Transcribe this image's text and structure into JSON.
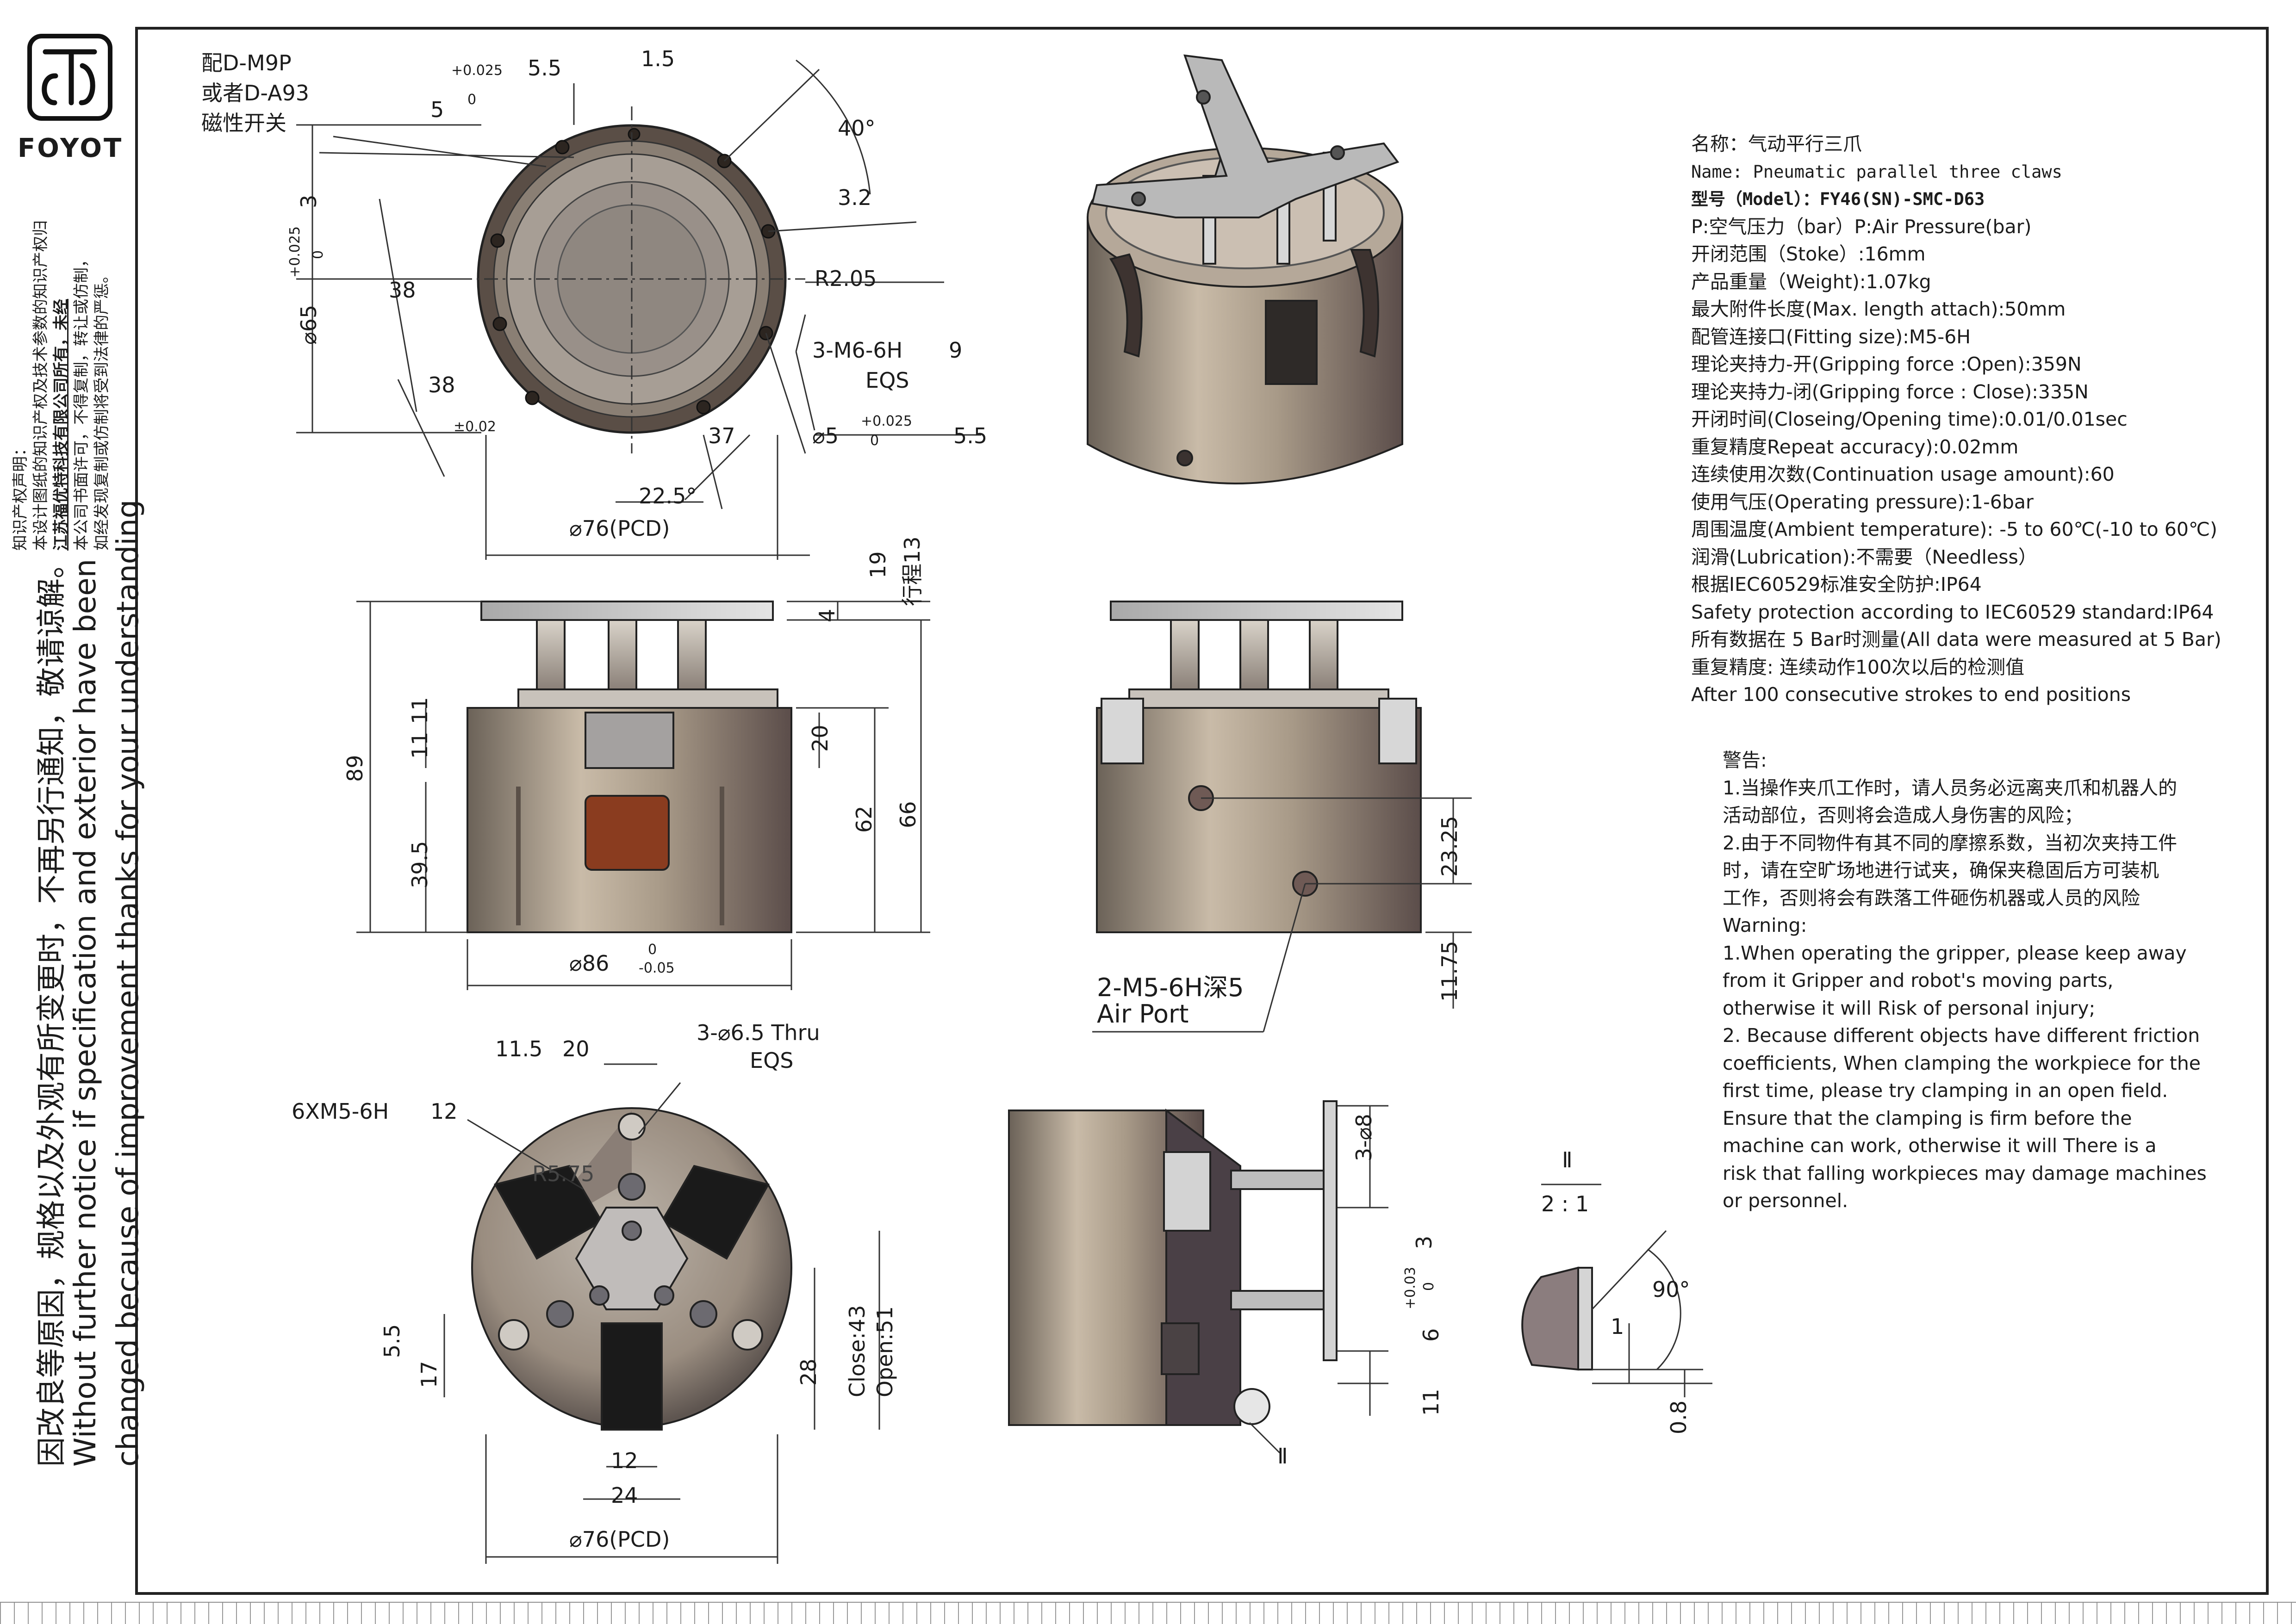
{
  "brand": {
    "name": "FOYOT"
  },
  "side_notes": {
    "copyright": [
      "知识产权声明：",
      "本设计图纸的知识产权及技术参数的知识产权归",
      "江苏福优特科技有限公司所有，未经",
      "本公司书面许可，不得复制，转让或仿制，",
      "如经发现复制或仿制将受到法律的严惩。"
    ],
    "notice_cn": "因改良等原因，规格以及外观有所变更时，不再另行通知，敬请谅解。",
    "notice_en_1": "Without further notice if specification and exterior have been",
    "notice_en_2": "changed because of improvement thanks for your understanding"
  },
  "spec_lines": [
    "名称：气动平行三爪",
    "Name: Pneumatic parallel three claws",
    "型号（Model）：FY46(SN)-SMC-D63",
    "P:空气压力（bar）P:Air Pressure(bar)",
    "开闭范围（Stoke）:16mm",
    "产品重量（Weight):1.07kg",
    "最大附件长度(Max. length attach):50mm",
    "配管连接口(Fitting size):M5-6H",
    "理论夹持力-开(Gripping force :Open):359N",
    "理论夹持力-闭(Gripping force : Close):335N",
    "开闭时间(Closeing/Opening time):0.01/0.01sec",
    "重复精度Repeat accuracy):0.02mm",
    "连续使用次数(Continuation usage amount):60",
    "使用气压(Operating pressure):1-6bar",
    "周围温度(Ambient temperature): -5 to 60℃(-10 to 60℃)",
    "润滑(Lubrication):不需要（Needless）",
    "根据IEC60529标准安全防护:IP64",
    "Safety protection according to IEC60529 standard:IP64",
    "所有数据在 5 Bar时测量(All data were measured at 5 Bar)",
    "重复精度: 连续动作100次以后的检测值",
    "After 100 consecutive strokes to end positions"
  ],
  "warning_lines": [
    "警告:",
    "1.当操作夹爪工作时，请人员务必远离夹爪和机器人的",
    "活动部位，否则将会造成人身伤害的风险；",
    "2.由于不同物件有其不同的摩擦系数，当初次夹持工件",
    "时，请在空旷场地进行试夹，确保夹稳固后方可装机",
    "工作，否则将会有跌落工件砸伤机器或人员的风险",
    "Warning:",
    "1.When operating the gripper, please keep away",
    "from it Gripper and robot's moving parts,",
    "otherwise it will Risk of personal injury;",
    "2. Because different objects have different friction",
    "coefficients, When clamping the workpiece for the",
    "first time, please try clamping in an open field.",
    "Ensure that the clamping is firm before the",
    "machine can work, otherwise it will There is a",
    "risk that falling workpieces may damage machines",
    "or personnel."
  ],
  "dims": {
    "top_view": {
      "sensor_1": "配D-M9P",
      "sensor_2": "或者D-A93",
      "sensor_3": "磁性开关",
      "d5": "5",
      "tol_025": "+0.025",
      "tol_0": "0",
      "depth55": "5.5",
      "d15": "1.5",
      "ang40": "40°",
      "d32": "3.2",
      "d65": "⌀65",
      "tol65_up": "+0.025",
      "tol65_lo": "0",
      "depth3": "3",
      "d38a": "38",
      "d38b": "38",
      "tol_002": "±0.02",
      "r205": "R2.05",
      "m6": "3-M6-6H",
      "m6_depth": "9",
      "eqs": "EQS",
      "d37": "37",
      "phi5": "⌀5",
      "phi5_up": "+0.025",
      "phi5_lo": "0",
      "phi5_depth": "5.5",
      "ang225": "22.5°",
      "pcd76": "⌀76(PCD)"
    },
    "front_view": {
      "d89": "89",
      "d11a": "11",
      "d11b": "11",
      "d395": "39.5",
      "d20": "20",
      "d62": "62",
      "d66": "66",
      "d4": "4",
      "d19": "19",
      "stroke13": "行程13",
      "phi86": "⌀86",
      "phi86_up": "0",
      "phi86_lo": "-0.05"
    },
    "side_view": {
      "d2325": "23.25",
      "d1175": "11.75",
      "airport_1": "2-M5-6H深5",
      "airport_2": "Air Port"
    },
    "bottom_view": {
      "d115": "11.5",
      "d115_depth": "20",
      "thru": "3-⌀6.5 Thru",
      "eqs": "EQS",
      "m5": "6XM5-6H",
      "m5_depth": "12",
      "r575": "R5.75",
      "d55": "5.5",
      "d17": "17",
      "d28": "28",
      "close": "Close:43",
      "open": "Open:51",
      "d12": "12",
      "d24": "24",
      "pcd76": "⌀76(PCD)"
    },
    "section_view": {
      "phi8": "3-⌀8",
      "up03": "+0.03",
      "lo0": "0",
      "depth3": "3",
      "d6": "6",
      "d11": "11",
      "label": "Ⅱ"
    },
    "detail": {
      "title": "Ⅱ",
      "scale": "2 : 1",
      "ang90": "90°",
      "d1": "1",
      "d08": "0.8"
    }
  }
}
